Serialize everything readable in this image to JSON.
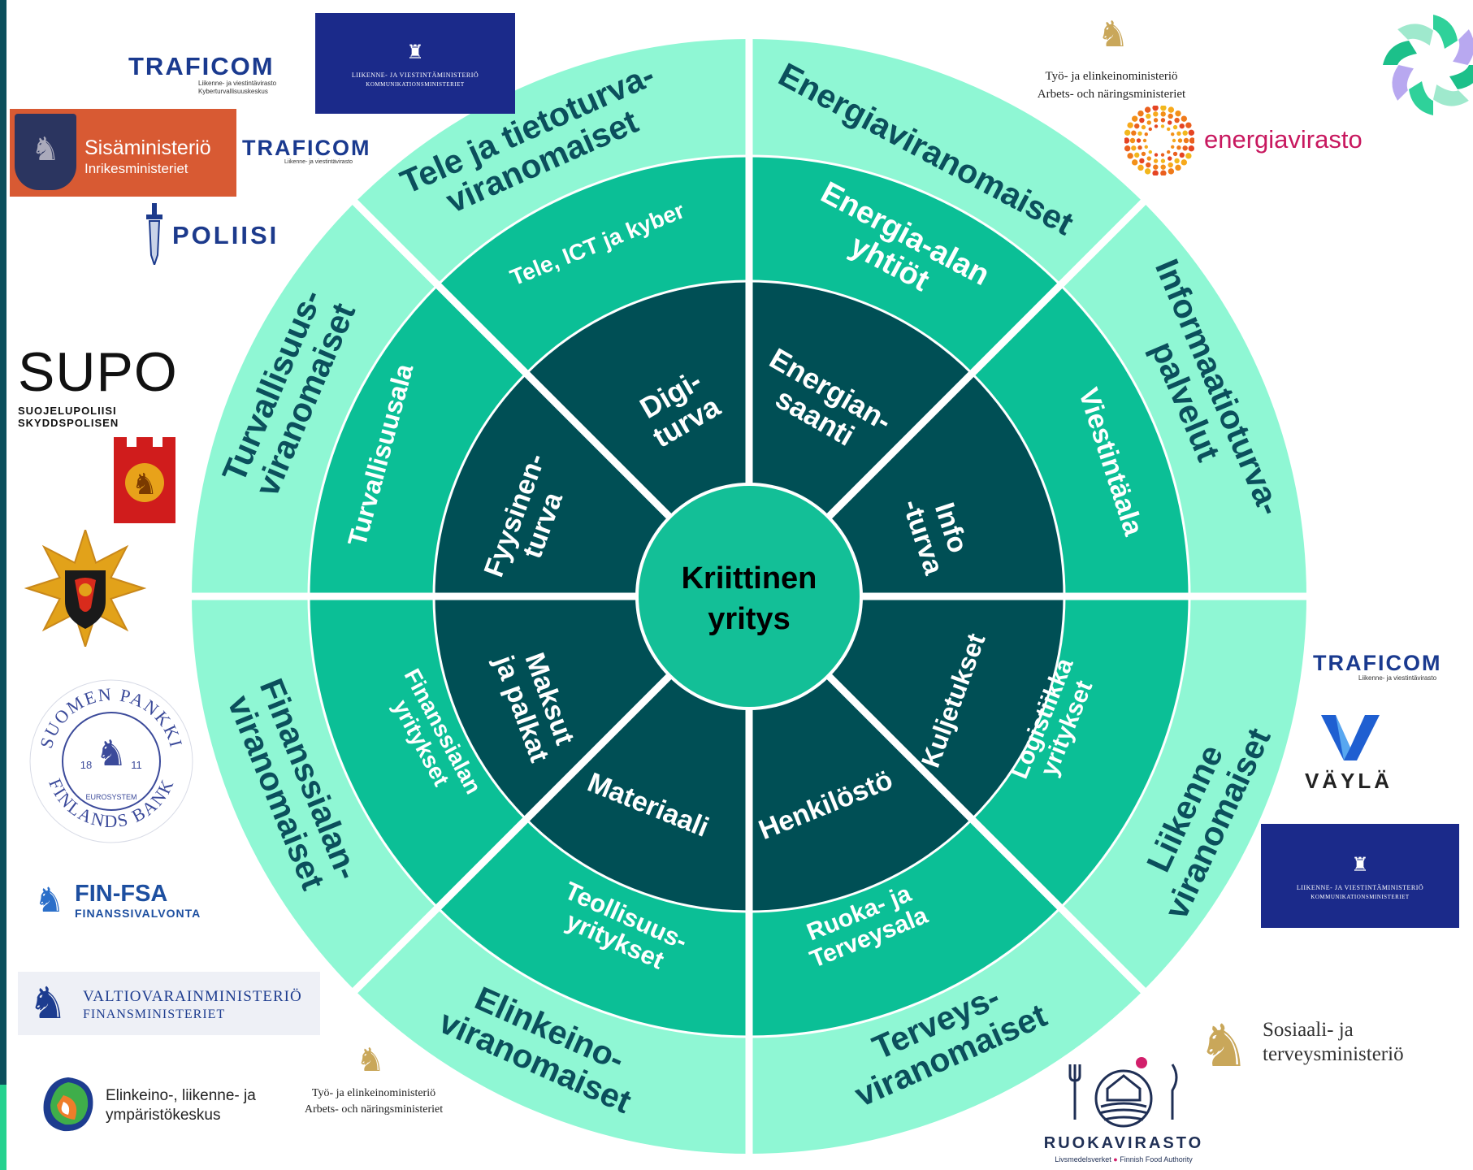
{
  "colors": {
    "outer": "#8ff7d4",
    "middle": "#0bbf96",
    "inner": "#004f55",
    "center": "#13bf97",
    "divider": "#ffffff",
    "outer_text": "#0b4f5c",
    "mid_text": "#ffffff",
    "inner_text": "#ffffff",
    "center_text": "#000000"
  },
  "diagram": {
    "center": {
      "line1": "Kriittinen",
      "line2": "yritys"
    },
    "inner": [
      {
        "id": "digiturva",
        "lines": [
          "Digi-",
          "turva"
        ]
      },
      {
        "id": "energiansaanti",
        "lines": [
          "Energian-",
          "saanti"
        ]
      },
      {
        "id": "infoturva",
        "lines": [
          "Info",
          "-turva"
        ]
      },
      {
        "id": "kuljetukset",
        "lines": [
          "Kuljetukset"
        ]
      },
      {
        "id": "henkilosto",
        "lines": [
          "Henkilöstö"
        ]
      },
      {
        "id": "materiaali",
        "lines": [
          "Materiaali"
        ]
      },
      {
        "id": "maksut",
        "lines": [
          "Maksut",
          "ja palkat"
        ]
      },
      {
        "id": "fyysinen",
        "lines": [
          "Fyysinen-",
          "turva"
        ]
      }
    ],
    "middle": [
      {
        "id": "tele-ict",
        "lines": [
          "Tele, ICT ja kyber"
        ]
      },
      {
        "id": "energia-alan",
        "lines": [
          "Energia-alan",
          "yhtiöt"
        ]
      },
      {
        "id": "viestintaala",
        "lines": [
          "Viestintäala"
        ]
      },
      {
        "id": "logistiikka",
        "lines": [
          "Logistiikka",
          "yritykset"
        ]
      },
      {
        "id": "ruoka",
        "lines": [
          "Ruoka- ja",
          "Terveysala"
        ]
      },
      {
        "id": "teollisuus",
        "lines": [
          "Teollisuus-",
          "yritykset"
        ]
      },
      {
        "id": "finanssialan-yritykset",
        "lines": [
          "Finanssialan",
          "yritykset"
        ]
      },
      {
        "id": "turvallisuusala",
        "lines": [
          "Turvallisuusala"
        ]
      }
    ],
    "outer": [
      {
        "id": "tele-tietoturva",
        "lines": [
          "Tele ja tietoturva-",
          "viranomaiset"
        ]
      },
      {
        "id": "energiaviranomaiset",
        "lines": [
          "Energiaviranomaiset"
        ]
      },
      {
        "id": "informaatioturva",
        "lines": [
          "Informaatioturva-",
          "palvelut"
        ]
      },
      {
        "id": "liikenne",
        "lines": [
          "Liikenne",
          "viranomaiset"
        ]
      },
      {
        "id": "terveys",
        "lines": [
          "Terveys-",
          "viranomaiset"
        ]
      },
      {
        "id": "elinkeino",
        "lines": [
          "Elinkeino-",
          "viranomaiset"
        ]
      },
      {
        "id": "finanssialan-viranomaiset",
        "lines": [
          "Finanssialan-",
          "viranomaiset"
        ]
      },
      {
        "id": "turvallisuus-viranomaiset",
        "lines": [
          "Turvallisuus-",
          "viranomaiset"
        ]
      }
    ]
  },
  "logos": {
    "traficom1": {
      "word": "TRAFICOM",
      "sub1": "Liikenne- ja viestintävirasto",
      "sub2": "Kyberturvallisuuskeskus"
    },
    "lvm1": {
      "line1": "LIIKENNE- JA VIESTINTÄMINISTERIÖ",
      "line2": "KOMMUNIKATIONSMINISTERIET"
    },
    "sisaministerio": {
      "line1": "Sisäministeriö",
      "line2": "Inrikesministeriet"
    },
    "traficom2": {
      "word": "TRAFICOM",
      "sub1": "Liikenne- ja viestintävirasto"
    },
    "poliisi": {
      "word": "POLIISI"
    },
    "supo": {
      "word": "SUPO",
      "sub1": "SUOJELUPOLIISI",
      "sub2": "SKYDDSPOLISEN"
    },
    "tem1": {
      "line1": "Työ- ja elinkeinoministeriö",
      "line2": "Arbets- och näringsministeriet"
    },
    "energiavirasto": {
      "word": "energiavirasto"
    },
    "traficom3": {
      "word": "TRAFICOM",
      "sub1": "Liikenne- ja viestintävirasto"
    },
    "vayla": {
      "word": "VÄYLÄ"
    },
    "lvm2": {
      "line1": "LIIKENNE- JA VIESTINTÄMINISTERIÖ",
      "line2": "KOMMUNIKATIONSMINISTERIET"
    },
    "suomen_pankki": {
      "top": "SUOMEN PANKKI",
      "bottom": "FINLANDS BANK",
      "left_num": "18",
      "right_num": "11",
      "euro": "EUROSYSTEM"
    },
    "finfsa": {
      "word": "FIN-FSA",
      "sub1": "FINANSSIVALVONTA"
    },
    "vm": {
      "line1": "VALTIOVARAINMINISTERIÖ",
      "line2": "FINANSMINISTERIET"
    },
    "ely": {
      "line1": "Elinkeino-, liikenne- ja",
      "line2": "ympäristökeskus"
    },
    "tem2": {
      "line1": "Työ- ja elinkeinoministeriö",
      "line2": "Arbets- och näringsministeriet"
    },
    "stm": {
      "line1": "Sosiaali- ja",
      "line2": "terveysministeriö"
    },
    "ruokavirasto": {
      "word": "RUOKAVIRASTO",
      "sub1": "Livsmedelsverket",
      "sub2": "Finnish Food Authority"
    }
  }
}
